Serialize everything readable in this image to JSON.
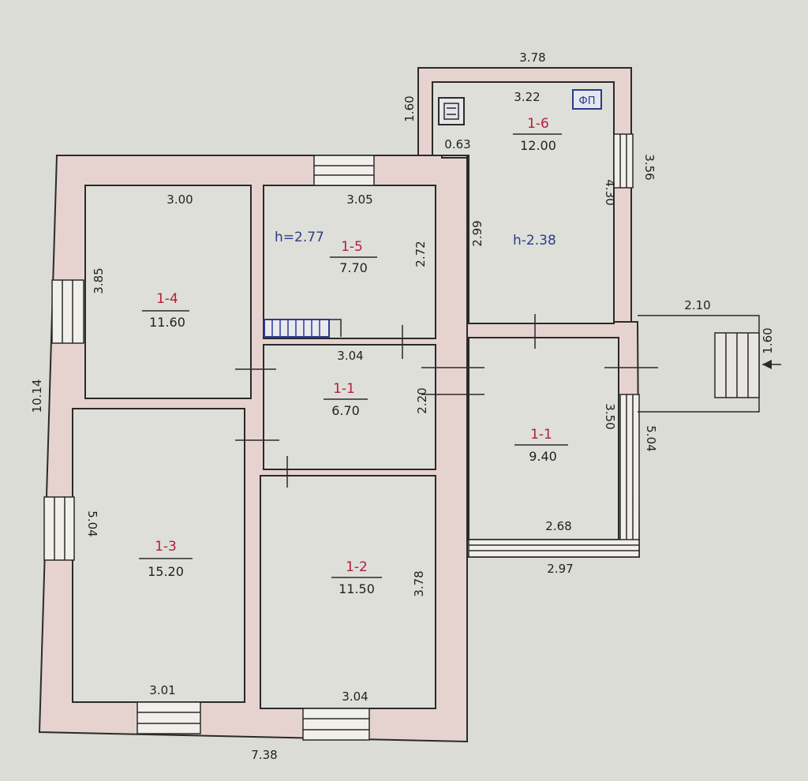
{
  "dimensions": {
    "top_annex_width": "3.78",
    "annex_inner_width": "3.22",
    "annex_left_height": "1.60",
    "annex_nook_width": "0.63",
    "annex_height": "4.30",
    "annex_right_outer": "3.56",
    "room14_width": "3.00",
    "room15_width": "3.05",
    "room15_height": "2.72",
    "room14_height": "3.85",
    "room16_left_height": "2.99",
    "corridor_width": "3.04",
    "corridor_height": "2.20",
    "left_total": "10.14",
    "room13_height": "5.04",
    "room12_height": "3.78",
    "room13_width": "3.01",
    "room12_width": "3.04",
    "total_width": "7.38",
    "porch_width": "2.10",
    "porch_depth": "1.60",
    "hall_height": "3.50",
    "hall_right_outer": "5.04",
    "hall_inner_width": "2.68",
    "hall_outer_width": "2.97"
  },
  "rooms": [
    {
      "id": "1-1",
      "area": "6.70"
    },
    {
      "id": "1-2",
      "area": "11.50"
    },
    {
      "id": "1-3",
      "area": "15.20"
    },
    {
      "id": "1-4",
      "area": "11.60"
    },
    {
      "id": "1-5",
      "area": "7.70"
    },
    {
      "id": "1-6",
      "area": "12.00"
    },
    {
      "id": "1-1",
      "area": "9.40"
    }
  ],
  "heights": {
    "room15": "h=2.77",
    "room16": "h-2.38"
  },
  "fixtures": {
    "boiler_label": "ФП"
  }
}
